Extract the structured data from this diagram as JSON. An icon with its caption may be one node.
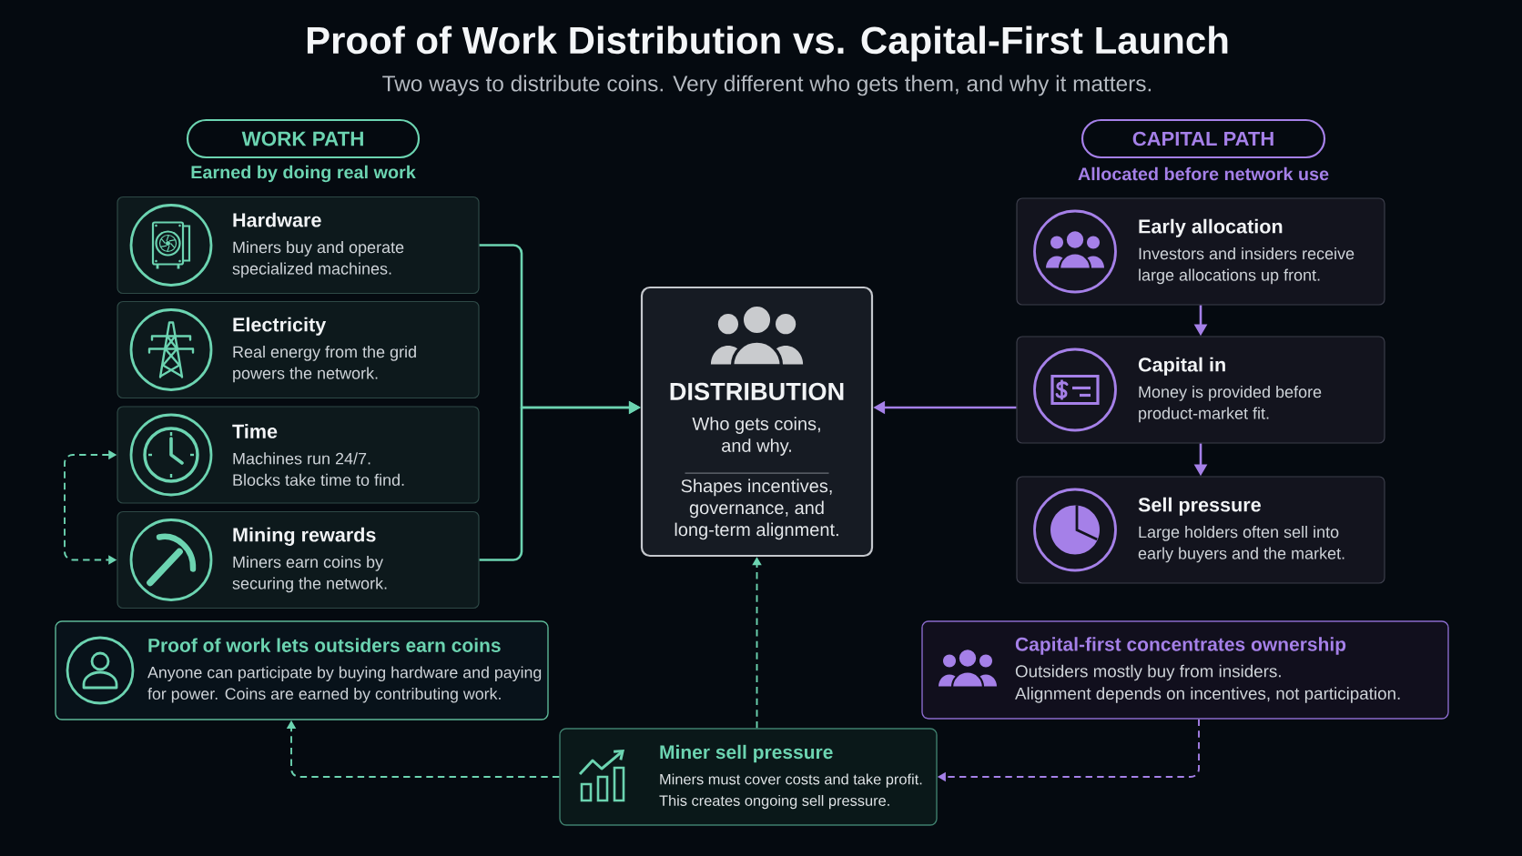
{
  "diagram": {
    "title": "Proof of Work Distribution vs. Capital-First Launch",
    "nodes": [
      {
        "text": [
          "WORK PATH"
        ],
        "beside": [
          "Earned by doing real work"
        ]
      },
      {
        "text": [
          "CAPITAL PATH"
        ],
        "beside": [
          "Allocated before network use"
        ]
      },
      {
        "text": [
          "Hardware",
          "Miners buy and operate specialized machines."
        ]
      },
      {
        "text": [
          "Electricity",
          "Real energy from the grid powers the network."
        ]
      },
      {
        "text": [
          "Time",
          "Machines run 24/7.",
          "Blocks take time to find."
        ]
      },
      {
        "text": [
          "Mining rewards",
          "Miners earn coins by securing the network."
        ]
      },
      {
        "text": [
          "DISTRIBUTION",
          "Who gets coins, and why.",
          "Shapes incentives, governance, and long-term alignment."
        ]
      },
      {
        "text": [
          "Early allocation",
          "Investors and insiders receive large allocations up front."
        ]
      },
      {
        "text": [
          "Capital in",
          "Money is provided before product-market fit."
        ]
      },
      {
        "text": [
          "Sell pressure",
          "Large holders often sell into early buyers and the market."
        ]
      },
      {
        "text": [
          "Proof of work lets outsiders earn coins",
          "Anyone can participate by buying hardware and paying for power. Coins are earned by contributing work."
        ]
      },
      {
        "text": [
          "Capital-first concentrates ownership",
          "Outsiders mostly buy from insiders.",
          "Alignment depends on incentives, not participation."
        ]
      },
      {
        "text": [
          "Miner sell pressure",
          "Miners must cover costs and take profit.",
          "This creates ongoing sell pressure."
        ]
      }
    ],
    "edges": [
      {
        "from": 2,
        "to": 6,
        "arrow": "to"
      },
      {
        "from": 5,
        "to": 6,
        "arrow": "to"
      },
      {
        "from": 4,
        "to": 5,
        "arrow": "both",
        "style": "dashed"
      },
      {
        "from": 8,
        "to": 6,
        "arrow": "to",
        "color": "#a580e8"
      },
      {
        "from": 7,
        "to": 8,
        "arrow": "to",
        "color": "#a580e8"
      },
      {
        "from": 8,
        "to": 9,
        "arrow": "to",
        "color": "#a580e8"
      },
      {
        "from": 12,
        "to": 6,
        "arrow": "to",
        "style": "dashed"
      },
      {
        "from": 12,
        "to": 10,
        "arrow": "to",
        "style": "dashed"
      },
      {
        "from": 11,
        "to": 12,
        "arrow": "to",
        "style": "dashed",
        "color": "#a580e8"
      }
    ],
    "labels": [
      "Two ways to distribute coins. Very different who gets them, and why it matters."
    ]
  }
}
